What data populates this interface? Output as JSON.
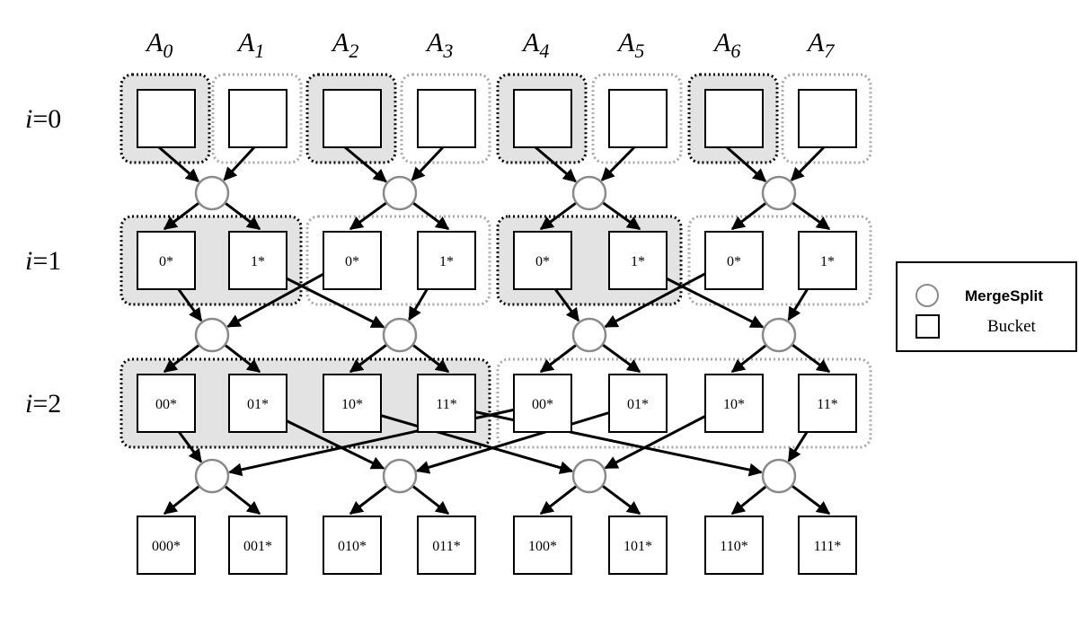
{
  "columns": [
    {
      "base": "A",
      "sub": "0"
    },
    {
      "base": "A",
      "sub": "1"
    },
    {
      "base": "A",
      "sub": "2"
    },
    {
      "base": "A",
      "sub": "3"
    },
    {
      "base": "A",
      "sub": "4"
    },
    {
      "base": "A",
      "sub": "5"
    },
    {
      "base": "A",
      "sub": "6"
    },
    {
      "base": "A",
      "sub": "7"
    }
  ],
  "rows": [
    {
      "var": "i",
      "rest": "=0",
      "labels": [
        "",
        "",
        "",
        "",
        "",
        "",
        "",
        ""
      ]
    },
    {
      "var": "i",
      "rest": "=1",
      "labels": [
        "0*",
        "1*",
        "0*",
        "1*",
        "0*",
        "1*",
        "0*",
        "1*"
      ]
    },
    {
      "var": "i",
      "rest": "=2",
      "labels": [
        "00*",
        "01*",
        "10*",
        "11*",
        "00*",
        "01*",
        "10*",
        "11*"
      ]
    },
    {
      "var": "",
      "rest": "",
      "labels": [
        "000*",
        "001*",
        "010*",
        "011*",
        "100*",
        "101*",
        "110*",
        "111*"
      ]
    }
  ],
  "legend": {
    "merge_split_label": "MergeSplit",
    "bucket_label": "Bucket"
  },
  "colors": {
    "highlight_fill": "#e3e3e3",
    "node_stroke": "#8a8a8a",
    "light_border": "#a8a8a8",
    "dark_border": "#000000"
  }
}
